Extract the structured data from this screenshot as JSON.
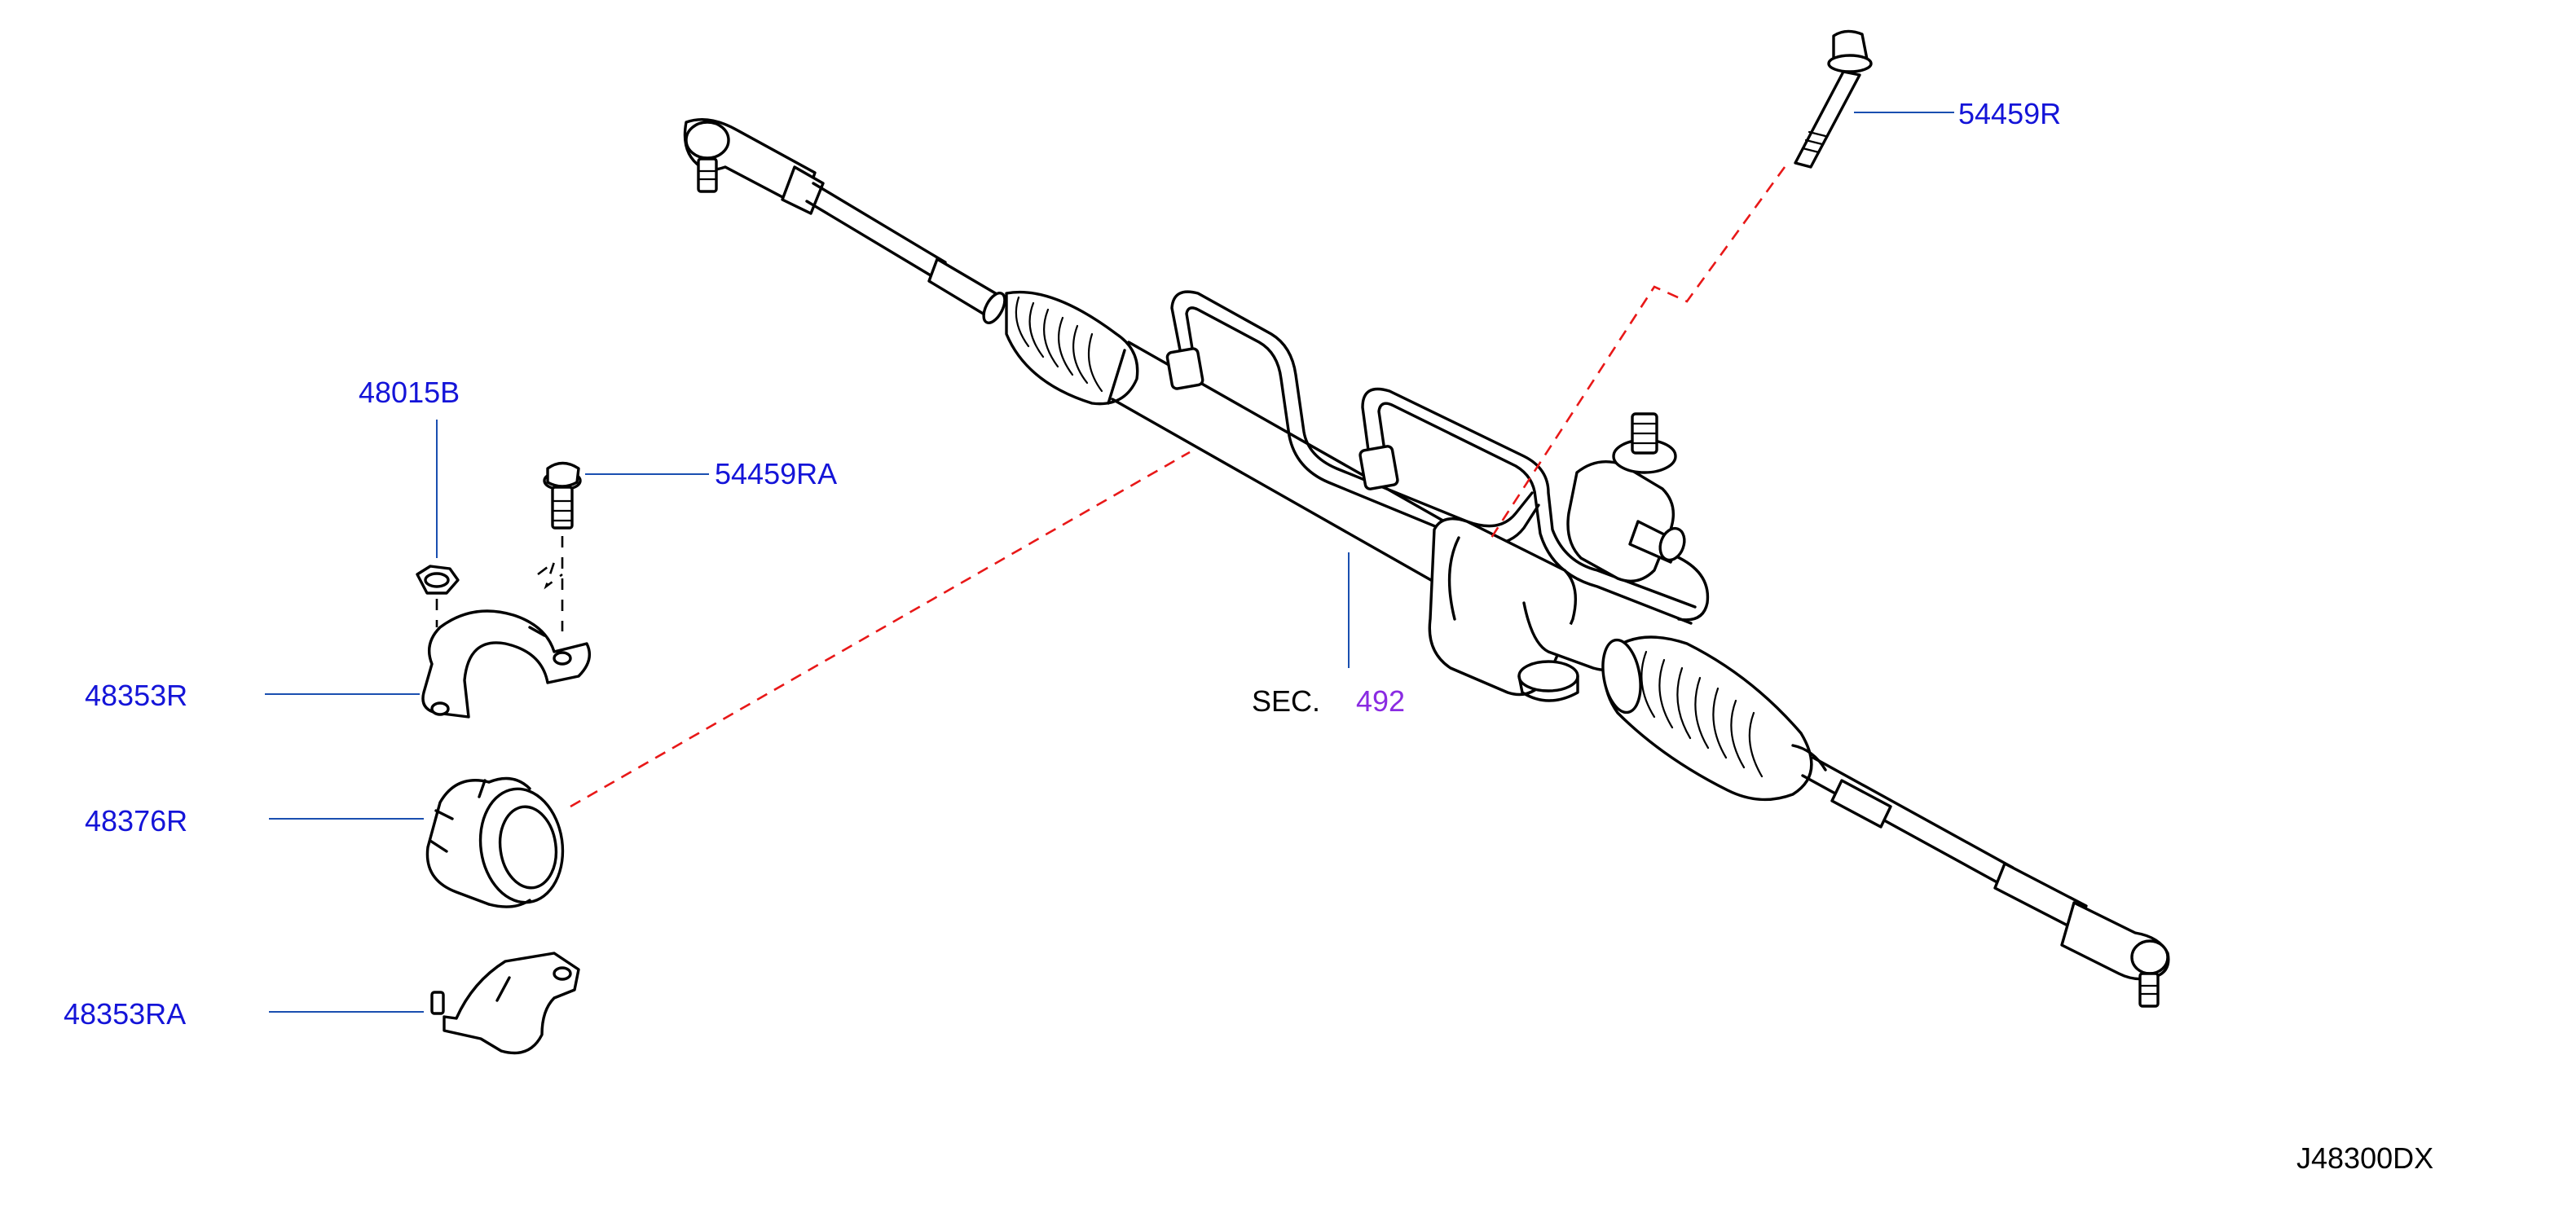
{
  "labels": {
    "bolt_upper": "54459R",
    "nut": "48015B",
    "bolt_left": "54459RA",
    "clamp_upper": "48353R",
    "insulator": "48376R",
    "clamp_lower": "48353RA",
    "sec_prefix": "SEC.",
    "sec_number": "492",
    "diagram_code": "J48300DX"
  },
  "colors": {
    "part_number": "#1414d8",
    "section_link": "#8a2be2",
    "text": "#000000",
    "leader": "#1a4fb0",
    "reference_dash": "#e81818"
  }
}
